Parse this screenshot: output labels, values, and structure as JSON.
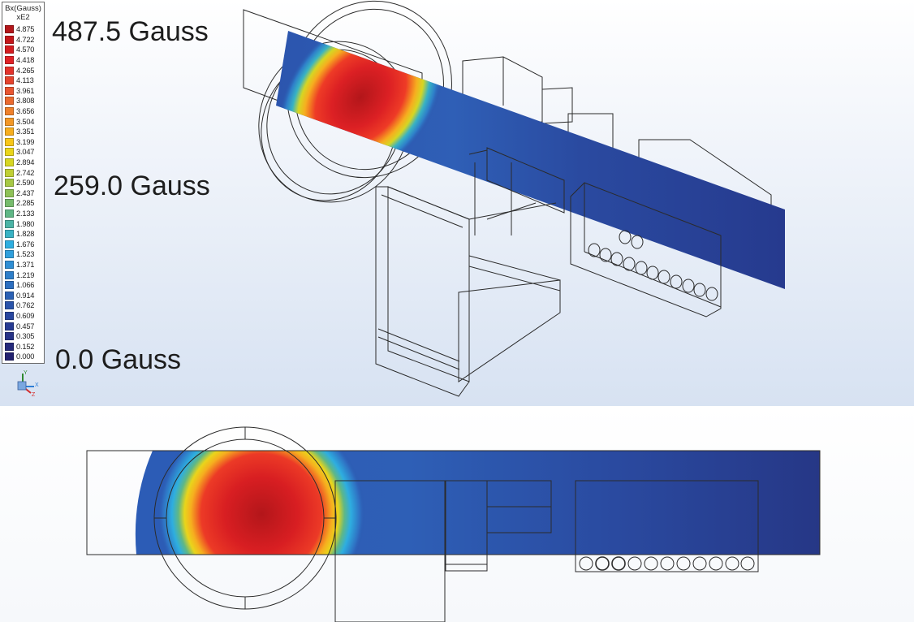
{
  "legend": {
    "title": "Bx(Gauss)",
    "scale": "xE2",
    "entries": [
      {
        "value": "4.875",
        "color": "#b3161a"
      },
      {
        "value": "4.722",
        "color": "#c4171b"
      },
      {
        "value": "4.570",
        "color": "#d41c20"
      },
      {
        "value": "4.418",
        "color": "#e02126"
      },
      {
        "value": "4.265",
        "color": "#e3322b"
      },
      {
        "value": "4.113",
        "color": "#e5432d"
      },
      {
        "value": "3.961",
        "color": "#e85530"
      },
      {
        "value": "3.808",
        "color": "#ea6a2f"
      },
      {
        "value": "3.656",
        "color": "#ee802b"
      },
      {
        "value": "3.504",
        "color": "#f29726"
      },
      {
        "value": "3.351",
        "color": "#f6ae1f"
      },
      {
        "value": "3.199",
        "color": "#f7c619"
      },
      {
        "value": "3.047",
        "color": "#e9d51b"
      },
      {
        "value": "2.894",
        "color": "#d6d623"
      },
      {
        "value": "2.742",
        "color": "#bfcf34"
      },
      {
        "value": "2.590",
        "color": "#a6c845"
      },
      {
        "value": "2.437",
        "color": "#8ec157"
      },
      {
        "value": "2.285",
        "color": "#76bb6c"
      },
      {
        "value": "2.133",
        "color": "#5fb786"
      },
      {
        "value": "1.980",
        "color": "#4ab3a5"
      },
      {
        "value": "1.828",
        "color": "#38b2c4"
      },
      {
        "value": "1.676",
        "color": "#2eaee0"
      },
      {
        "value": "1.523",
        "color": "#2f9fdc"
      },
      {
        "value": "1.371",
        "color": "#2f8ed4"
      },
      {
        "value": "1.219",
        "color": "#2e7ec9"
      },
      {
        "value": "1.066",
        "color": "#2c6ebf"
      },
      {
        "value": "0.914",
        "color": "#2a60b4"
      },
      {
        "value": "0.762",
        "color": "#2953aa"
      },
      {
        "value": "0.609",
        "color": "#28469f"
      },
      {
        "value": "0.457",
        "color": "#273b93"
      },
      {
        "value": "0.305",
        "color": "#263287"
      },
      {
        "value": "0.152",
        "color": "#24297b"
      },
      {
        "value": "0.000",
        "color": "#222170"
      }
    ]
  },
  "labels": {
    "max": "487.5 Gauss",
    "mid": "259.0 Gauss",
    "min": "0.0 Gauss"
  },
  "axis": {
    "y": "Y",
    "x": "X",
    "z": "Z"
  },
  "colors": {
    "field_high": "#b3161a",
    "field_low": "#2a3f93",
    "wire": "#2b2b2b"
  }
}
